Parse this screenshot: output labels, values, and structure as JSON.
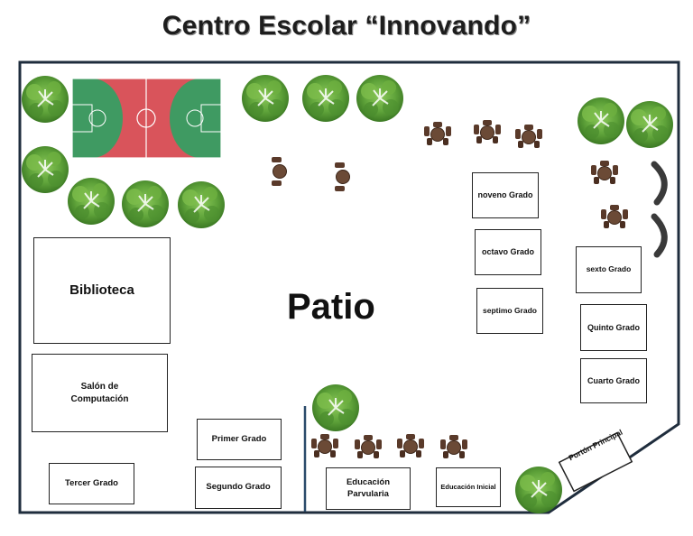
{
  "title": "Centro Escolar “Innovando”",
  "patio": "Patio",
  "rooms": {
    "biblioteca": "Biblioteca",
    "computacion": "Salón de Computación",
    "tercer": "Tercer Grado",
    "primer": "Primer Grado",
    "segundo": "Segundo Grado",
    "parvularia": "Educación Parvularia",
    "inicial": "Educación Inicial",
    "noveno": "noveno Grado",
    "octavo": "octavo Grado",
    "septimo": "septimo Grado",
    "sexto": "sexto Grado",
    "quinto": "Quinto Grado",
    "cuarto": "Cuarto Grado"
  },
  "gate": "Portón Principal",
  "colors": {
    "court_red": "#d9545b",
    "court_green": "#3f9a62",
    "tree": "#5fa33a",
    "furniture": "#5a3a2a"
  }
}
